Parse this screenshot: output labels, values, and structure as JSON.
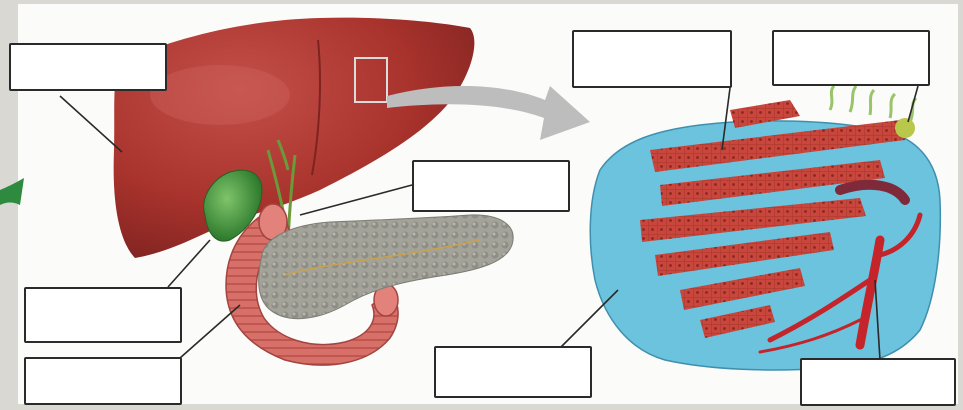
{
  "diagram": {
    "subject": "liver-gallbladder-pancreas-duodenum-and-liver-lobule-detail",
    "colors": {
      "background": "#d9d8d3",
      "panel": "#fbfbf9",
      "liver": "#a8322c",
      "liver_highlight": "#c4504a",
      "gallbladder": "#3f9a3f",
      "pancreas": "#9c9c92",
      "duodenum": "#d8706a",
      "sinusoid_blue": "#6cc3dd",
      "hepatocyte_plate": "#c8463c",
      "artery_red": "#c4242a",
      "bile_duct_green": "#9ac46a",
      "pointer_arrow": "#bdbdbd",
      "leader_line": "#2a2a2a"
    },
    "label_boxes": [
      {
        "id": "box-liver",
        "text": ""
      },
      {
        "id": "box-gallbladder",
        "text": ""
      },
      {
        "id": "box-duodenum",
        "text": ""
      },
      {
        "id": "box-pancreas",
        "text": ""
      },
      {
        "id": "box-hepatocyte-plates",
        "text": ""
      },
      {
        "id": "box-bile-ductule",
        "text": ""
      },
      {
        "id": "box-sinusoid",
        "text": ""
      },
      {
        "id": "box-hepatic-artery",
        "text": ""
      }
    ]
  }
}
